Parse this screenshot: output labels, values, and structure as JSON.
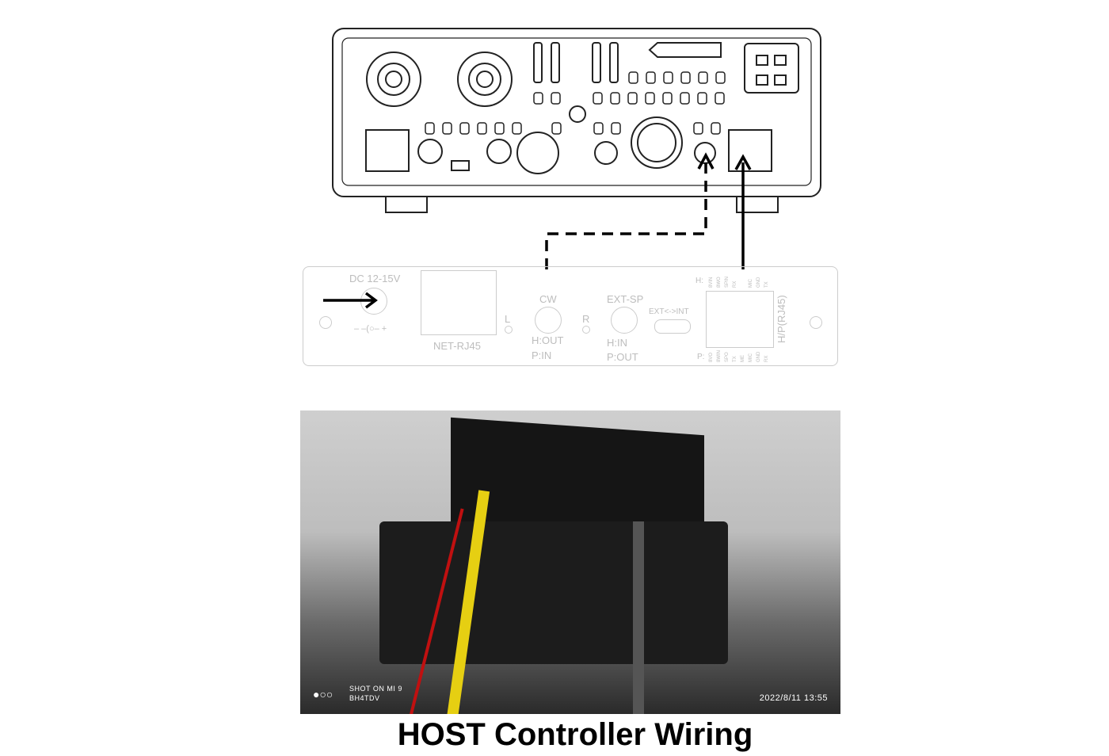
{
  "panel": {
    "dc_label": "DC 12-15V",
    "polarity": "– –(○– +",
    "net_label": "NET-RJ45",
    "l_label": "L",
    "r_label": "R",
    "cw_label": "CW",
    "cw_h": "H:OUT",
    "cw_p": "P:IN",
    "extsp_label": "EXT-SP",
    "extsp_h": "H:IN",
    "extsp_p": "P:OUT",
    "switch_label": "EXT<->INT",
    "hp_label": "H/P(RJ45)",
    "h_prefix": "H:",
    "p_prefix": "P:",
    "h_pins": [
      "8VIN",
      "8WO",
      "SPIN",
      "RX",
      "",
      "MIC",
      "GND",
      "TX"
    ],
    "p_pins": [
      "8VO",
      "8WIN",
      "SPO",
      "TX",
      "ME",
      "MIC",
      "GND",
      "RX"
    ]
  },
  "photo": {
    "watermark_line1": "SHOT ON MI 9",
    "watermark_line2": "BH4TDV",
    "timestamp": "2022/8/11 13:55"
  },
  "caption": "HOST Controller Wiring"
}
